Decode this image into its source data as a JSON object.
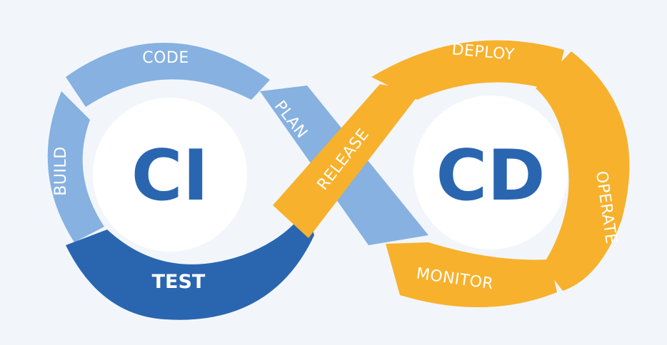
{
  "diagram": {
    "ci": {
      "text": "CI"
    },
    "cd": {
      "text": "CD"
    },
    "stages": {
      "code": "CODE",
      "build": "BUILD",
      "test": "TEST",
      "plan": "PLAN",
      "release": "RELEASE",
      "deploy": "DEPLOY",
      "operate": "OPERATE",
      "monitor": "MONITOR"
    },
    "colors": {
      "background": "#f2f6fb",
      "light_blue": "#86b1e1",
      "dark_blue": "#2a66b0",
      "orange": "#f7b12c",
      "text_light": "#ffffff",
      "center_text": "#2a66b0"
    }
  }
}
